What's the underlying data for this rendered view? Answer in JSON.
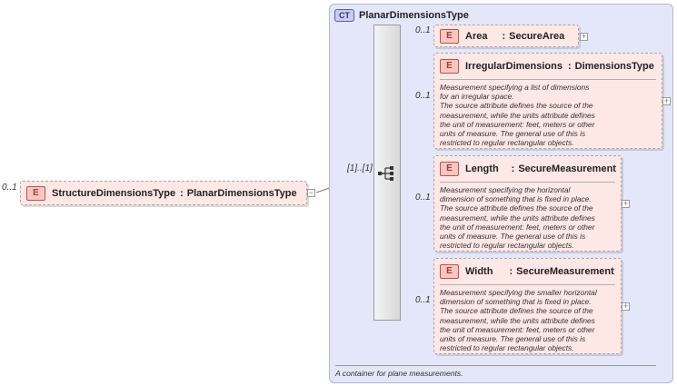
{
  "root": {
    "occurrence": "0..1",
    "badge": "E",
    "name": "StructureDimensionsType",
    "separator": ":",
    "type": "PlanarDimensionsType",
    "collapse_symbol": "−"
  },
  "complex_type": {
    "badge": "CT",
    "name": "PlanarDimensionsType",
    "documentation": "A container for plane measurements."
  },
  "sequence": {
    "occurrence": "[1]..[1]",
    "icon": "sequence-icon"
  },
  "children": [
    {
      "occurrence": "0..1",
      "badge": "E",
      "name": "Area",
      "separator": ":",
      "type": "SecureArea",
      "expand_symbol": "+",
      "documentation": ""
    },
    {
      "occurrence": "0..1",
      "badge": "E",
      "name": "IrregularDimensions",
      "separator": ":",
      "type": "DimensionsType",
      "expand_symbol": "+",
      "documentation": "Measurement specifying a list of dimensions\nfor an irregular space.\nThe source attribute defines the source of the\nmeasurement, while the units attribute defines\nthe unit of measurement: feet, meters or other\nunits of measure. The general use of this is\nrestricted to regular rectangular objects."
    },
    {
      "occurrence": "0..1",
      "badge": "E",
      "name": "Length",
      "separator": ":",
      "type": "SecureMeasurement",
      "expand_symbol": "+",
      "documentation": "Measurement specifying the horizontal\ndimension of something that is fixed in place.\nThe source attribute defines the source of the\nmeasurement, while the units attribute defines\nthe unit of measurement: feet, meters or other\nunits of measure. The general use of this is\nrestricted to regular rectangular objects."
    },
    {
      "occurrence": "0..1",
      "badge": "E",
      "name": "Width",
      "separator": ":",
      "type": "SecureMeasurement",
      "expand_symbol": "+",
      "documentation": "Measurement specifying the smaller horizontal\ndimension of something that is fixed in place.\nThe source attribute defines the source of the\nmeasurement, while the units attribute defines\nthe unit of measurement: feet, meters or other\nunits of measure. The general use of this is\nrestricted to regular rectangular objects."
    }
  ]
}
